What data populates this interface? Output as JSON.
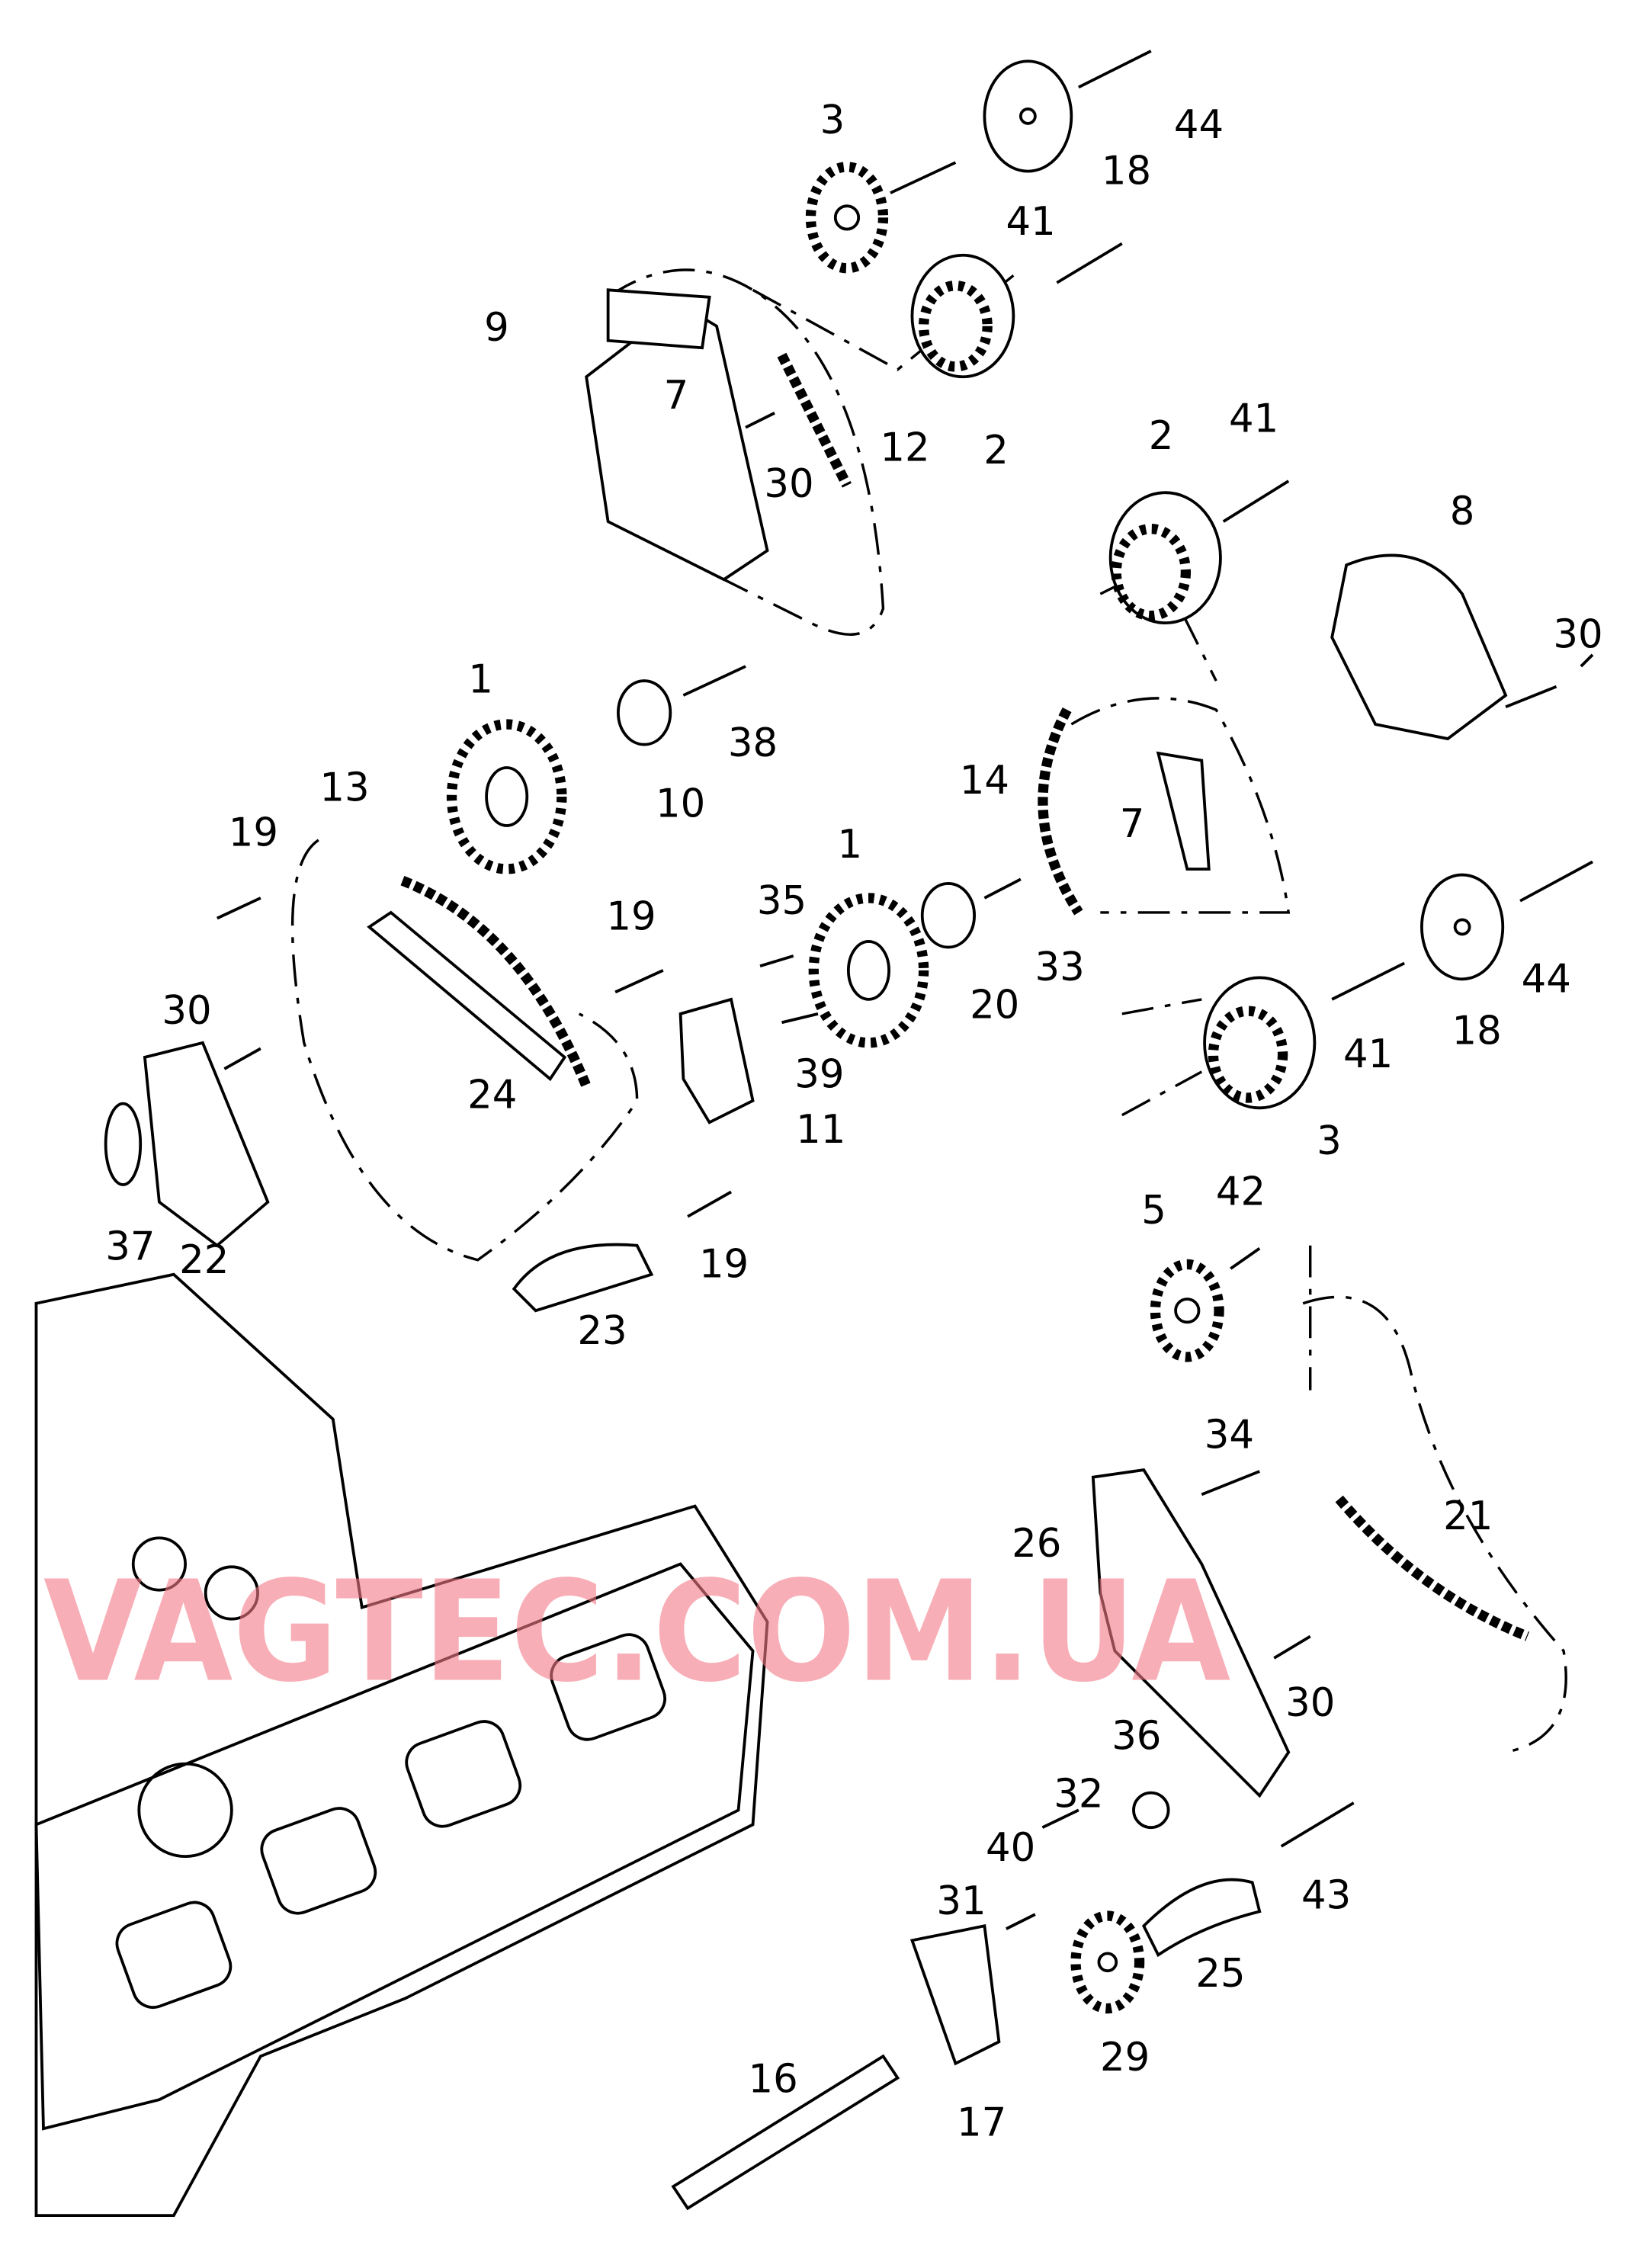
{
  "watermark": "VAGTEC.COM.UA",
  "callouts": [
    "3",
    "44",
    "18",
    "41",
    "9",
    "7",
    "12",
    "30",
    "2",
    "2",
    "41",
    "8",
    "30",
    "1",
    "38",
    "10",
    "13",
    "14",
    "7",
    "19",
    "35",
    "1",
    "19",
    "33",
    "20",
    "44",
    "30",
    "18",
    "41",
    "39",
    "24",
    "11",
    "3",
    "5",
    "42",
    "37",
    "22",
    "19",
    "23",
    "34",
    "21",
    "26",
    "30",
    "36",
    "32",
    "40",
    "31",
    "43",
    "25",
    "16",
    "29",
    "17"
  ]
}
